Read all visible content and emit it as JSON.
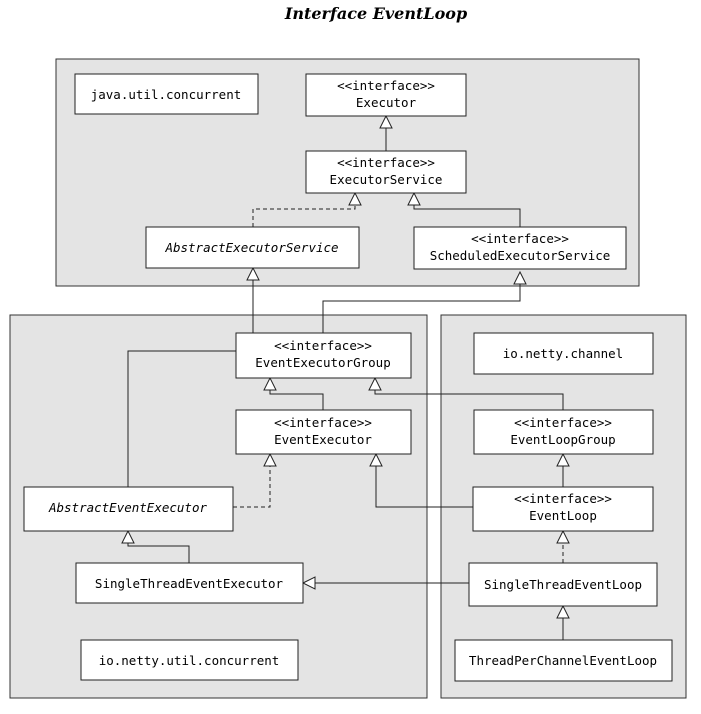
{
  "title": "Interface EventLoop",
  "packages": {
    "java_util_concurrent": "java.util.concurrent",
    "io_netty_channel": "io.netty.channel",
    "io_netty_util_concurrent": "io.netty.util.concurrent"
  },
  "stereotype": "<<interface>>",
  "classes": {
    "executor": "Executor",
    "executor_service": "ExecutorService",
    "abstract_executor_service": "AbstractExecutorService",
    "scheduled_executor_service": "ScheduledExecutorService",
    "event_executor_group": "EventExecutorGroup",
    "event_executor": "EventExecutor",
    "abstract_event_executor": "AbstractEventExecutor",
    "single_thread_event_executor": "SingleThreadEventExecutor",
    "event_loop_group": "EventLoopGroup",
    "event_loop": "EventLoop",
    "single_thread_event_loop": "SingleThreadEventLoop",
    "thread_per_channel_event_loop": "ThreadPerChannelEventLoop"
  }
}
